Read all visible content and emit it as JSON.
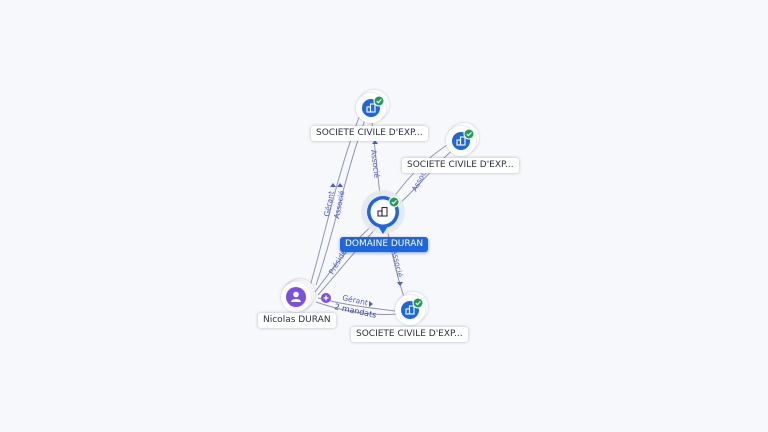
{
  "graph": {
    "center_node": {
      "label": "DOMAINE DURAN"
    },
    "companies": [
      {
        "label": "SOCIETE CIVILE D'EXP..."
      },
      {
        "label": "SOCIETE CIVILE D'EXP..."
      },
      {
        "label": "SOCIETE CIVILE D'EXP..."
      }
    ],
    "person": {
      "label": "Nicolas DURAN"
    },
    "edges": {
      "associe_top": "Associé",
      "associe_right": "Associé",
      "associe_bottom": "Associé",
      "gerant_associe_top": "Gérant",
      "gerant_associe_bottom": "Associé",
      "president": "Président",
      "gerant_bottom": "Gérant",
      "mandats": "2 mandats"
    }
  },
  "colors": {
    "company_icon": "#1e66e0",
    "verified_badge": "#1f9d55",
    "person_icon": "#7b4fe0",
    "edge": "#8d96b3",
    "edge_label": "#4c5ad9"
  },
  "icons": {
    "company": "building-icon",
    "verified": "check-badge-icon",
    "person": "user-icon",
    "expand": "plus-icon"
  }
}
